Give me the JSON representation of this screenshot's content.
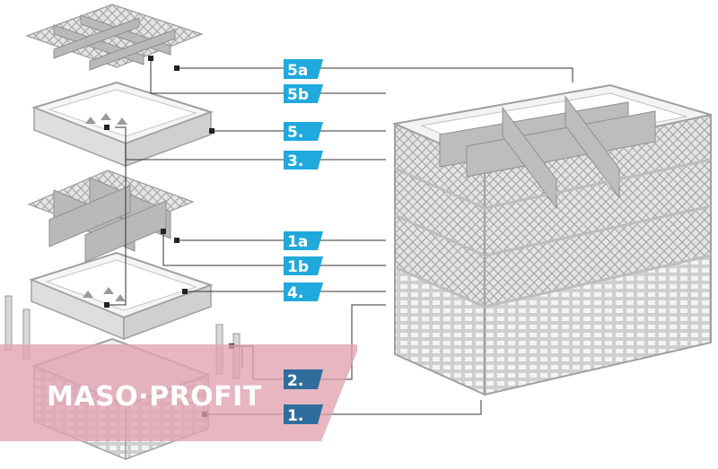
{
  "colors": {
    "badge_light": "#1fa9dd",
    "badge_dark": "#2f6d9c",
    "rack_fill": "#dcdcdc",
    "rack_stroke": "#a9a9a9",
    "leader": "#333333",
    "watermark": "#e0a2b0"
  },
  "labels": [
    {
      "id": "5a",
      "text": "5a",
      "tone": "light"
    },
    {
      "id": "5b",
      "text": "5b",
      "tone": "light"
    },
    {
      "id": "5",
      "text": "5.",
      "tone": "light"
    },
    {
      "id": "3",
      "text": "3.",
      "tone": "light"
    },
    {
      "id": "1a",
      "text": "1a",
      "tone": "light"
    },
    {
      "id": "1b",
      "text": "1b",
      "tone": "light"
    },
    {
      "id": "4",
      "text": "4.",
      "tone": "light"
    },
    {
      "id": "2",
      "text": "2.",
      "tone": "dark"
    },
    {
      "id": "1",
      "text": "1.",
      "tone": "dark"
    }
  ],
  "watermark": {
    "text": "MASO·PROFIT"
  }
}
